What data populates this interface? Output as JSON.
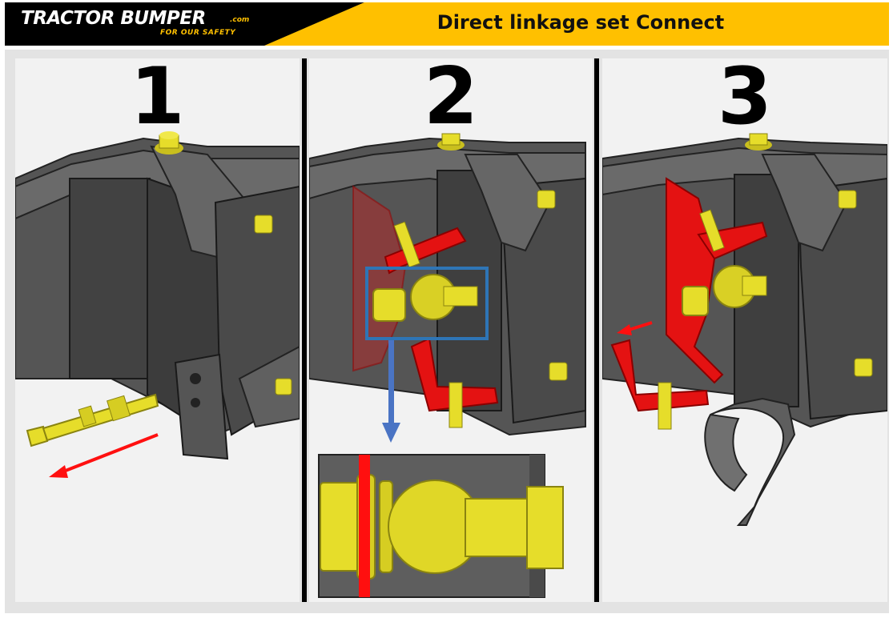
{
  "header": {
    "logo_main": "TRACTOR BUMPER",
    "logo_domain": ".com",
    "logo_tagline": "FOR OUR SAFETY",
    "title": "Direct linkage set Connect"
  },
  "steps": [
    {
      "number": "1"
    },
    {
      "number": "2"
    },
    {
      "number": "3"
    }
  ],
  "colors": {
    "header_black": "#000000",
    "header_accent": "#ffc000",
    "part_yellow": "#e6dd2a",
    "part_red": "#e41212",
    "frame_dark": "#3a3a3a",
    "highlight_blue": "#2e75b6",
    "arrow_red": "#ff1010",
    "arrow_blue": "#4a74c4"
  }
}
